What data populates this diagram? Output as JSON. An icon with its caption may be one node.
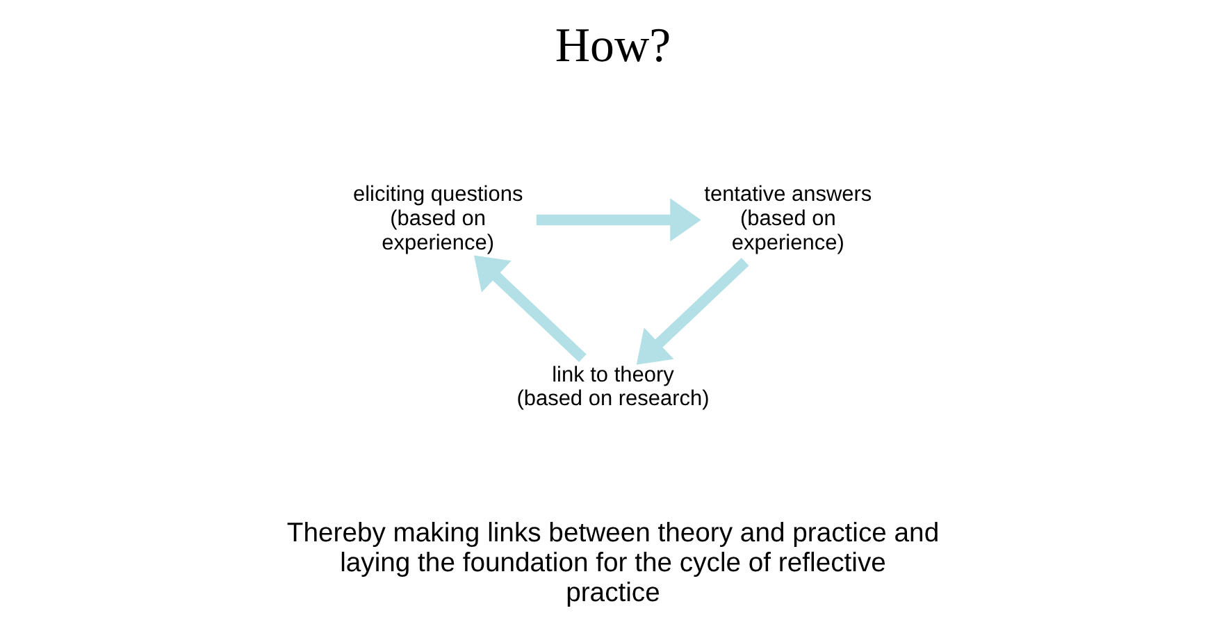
{
  "diagram": {
    "title": "How?",
    "caption": "Thereby making links between theory and practice and laying the foundation for the cycle of reflective practice",
    "nodes": [
      {
        "text": [
          "eliciting questions (based on experience)"
        ]
      },
      {
        "text": [
          "tentative answers (based on experience)"
        ]
      },
      {
        "text": [
          "link to theory (based on research)"
        ]
      }
    ],
    "edges": [
      {
        "from": 0,
        "to": 1,
        "arrow": "to"
      },
      {
        "from": 1,
        "to": 2,
        "arrow": "to"
      },
      {
        "from": 2,
        "to": 0,
        "arrow": "to"
      }
    ]
  }
}
